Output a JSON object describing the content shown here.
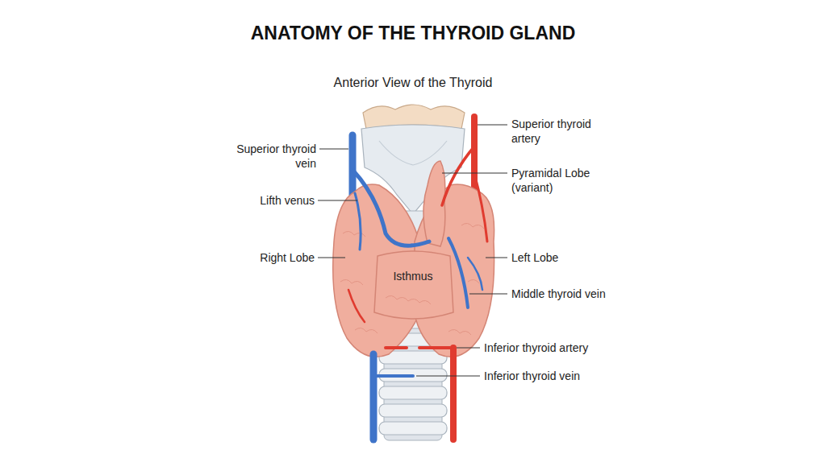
{
  "diagram": {
    "title": "ANATOMY OF THE THYROID GLAND",
    "labels": [
      "Anterior View of the Thyroid",
      "Superior thyroid vein",
      "Lifth venus",
      "Right Lobe",
      "Superior thyroid artery",
      "Pyramidal Lobe (variant)",
      "Left Lobe",
      "Isthmus",
      "Middle thyroid vein",
      "Inferior thyroid artery",
      "Inferior thyroid vein"
    ]
  }
}
